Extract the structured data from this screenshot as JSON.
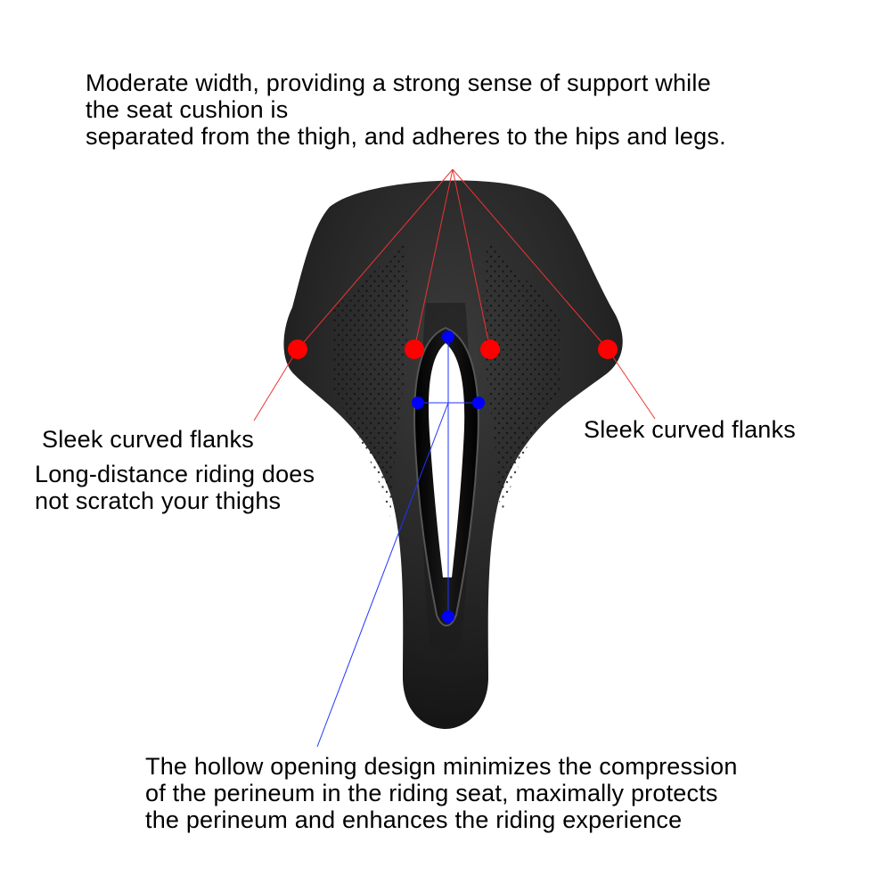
{
  "callouts": {
    "top": [
      "Moderate width, providing a strong sense of support while",
      "the seat cushion is",
      "separated from the thigh, and adheres to the hips and legs."
    ],
    "left_flank": "Sleek curved flanks",
    "left_comfort": [
      "Long-distance riding does",
      "not scratch your thighs"
    ],
    "right_flank": "Sleek curved flanks",
    "bottom": [
      "The hollow opening design minimizes the compression",
      "of the perineum in the riding seat, maximally protects",
      "the perineum and enhances the riding experience"
    ]
  },
  "colors": {
    "support_marker": "#ff0000",
    "cutout_marker": "#0000ff",
    "saddle_body": "#2a2a2a",
    "background": "#ffffff"
  },
  "icons": {
    "support_point": "red-dot-icon",
    "cutout_point": "blue-dot-icon"
  }
}
